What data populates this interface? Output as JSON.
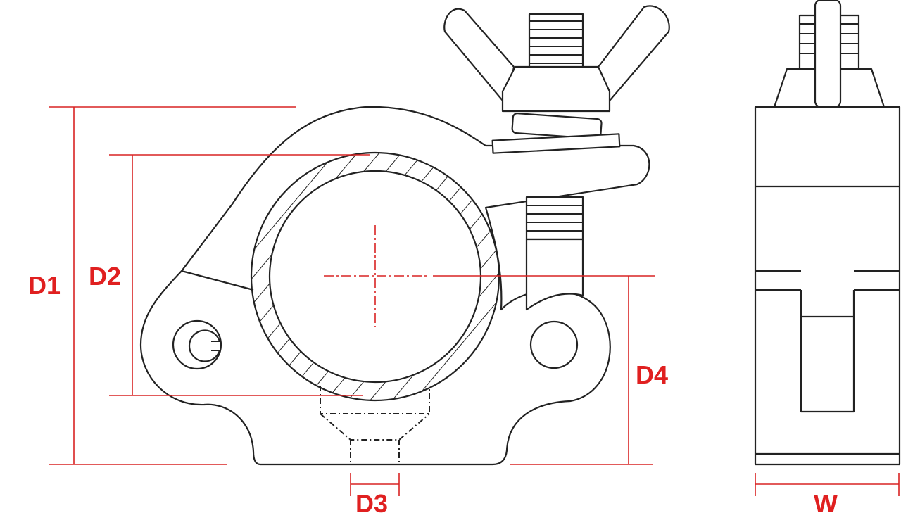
{
  "diagram": {
    "labels": {
      "d1": "D1",
      "d2": "D2",
      "d3": "D3",
      "d4": "D4",
      "w": "W"
    },
    "colors": {
      "dimension": "#d92323",
      "outline": "#222222"
    }
  }
}
